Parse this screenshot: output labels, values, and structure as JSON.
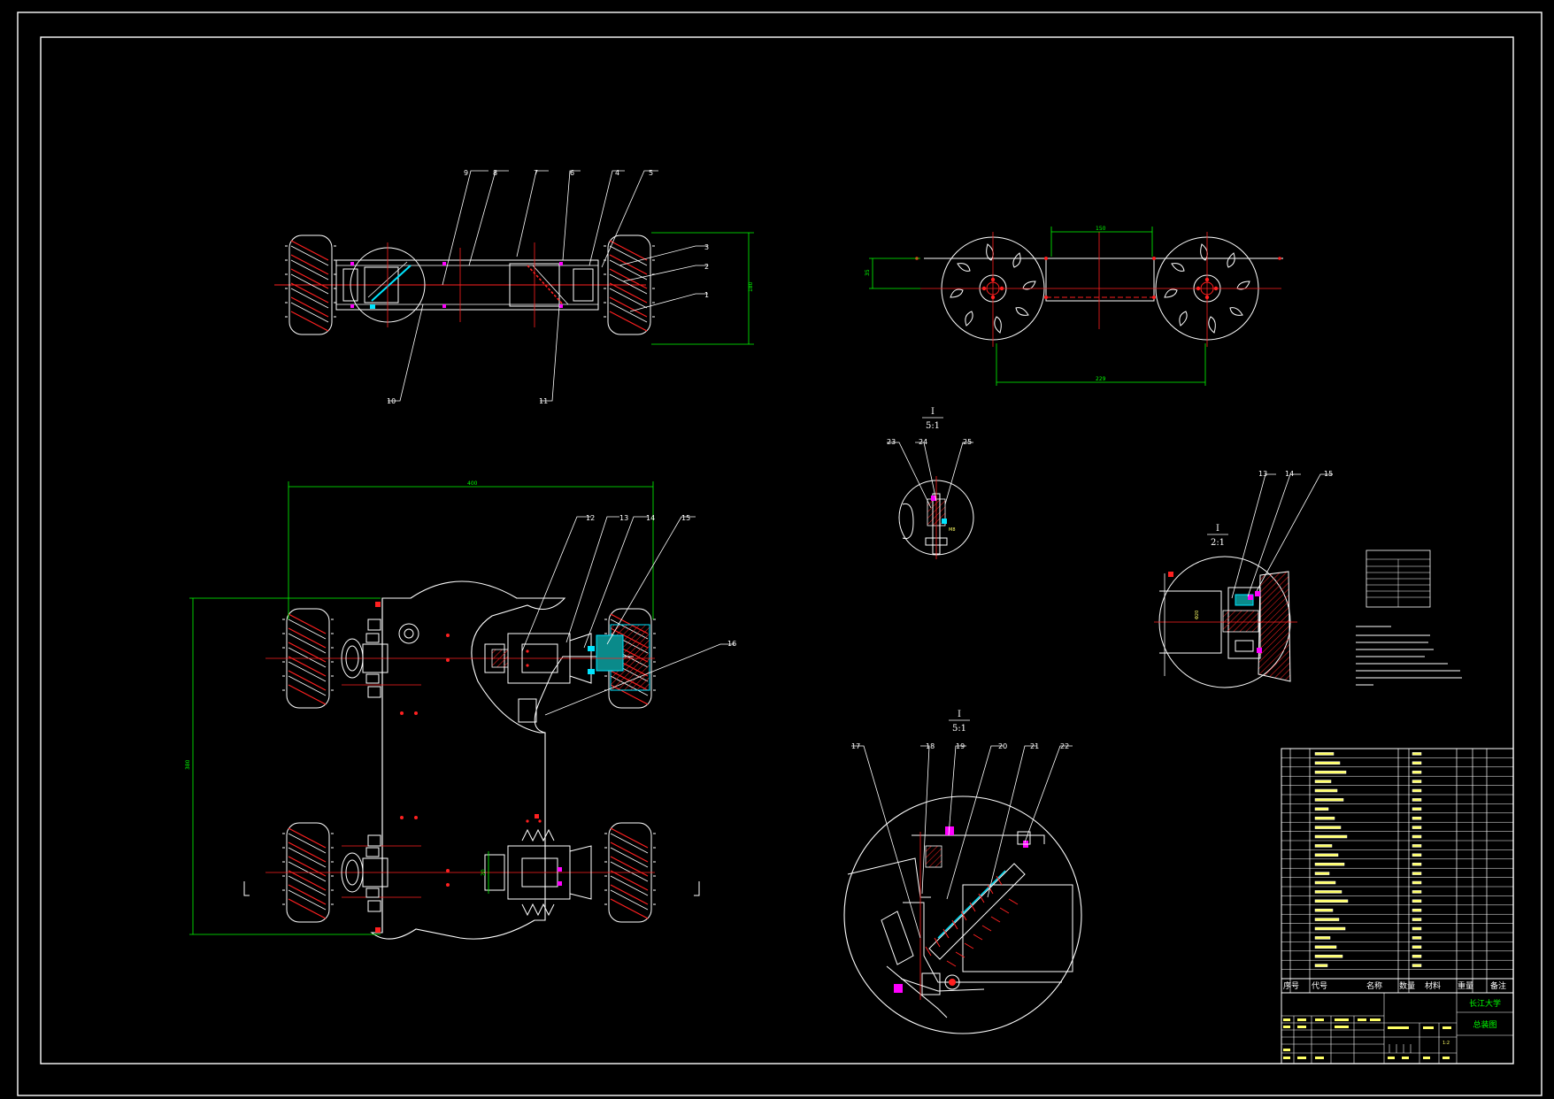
{
  "colors": {
    "background": "#000000",
    "line": "#ffffff",
    "dimension": "#00ff00",
    "center": "#ff2020",
    "accent": "#00e5ff",
    "hatch": "#ff2020",
    "marker": "#ff00ff",
    "annotation": "#ffff66"
  },
  "callouts_top": [
    "9",
    "8",
    "7",
    "6",
    "4",
    "5"
  ],
  "callouts_top_right": [
    "3",
    "2",
    "1"
  ],
  "callouts_top_bottom": [
    "10",
    "11"
  ],
  "callouts_plan": [
    "12",
    "13",
    "14",
    "15"
  ],
  "callout_plan_side": "16",
  "detail_a": {
    "mark": "I",
    "scale": "5:1",
    "callouts": [
      "23",
      "24",
      "25"
    ]
  },
  "detail_b": {
    "mark": "I",
    "scale": "2:1",
    "callouts": [
      "13",
      "14",
      "15"
    ]
  },
  "detail_c": {
    "mark": "I",
    "scale": "5:1",
    "callouts": [
      "17",
      "18",
      "19",
      "20",
      "21",
      "22"
    ]
  },
  "title_block": {
    "header": {
      "seq": "序号",
      "code": "代号",
      "name": "名称",
      "qty": "数量",
      "material": "材料",
      "weight": "重量",
      "remark": "备注"
    },
    "school": "长江大学",
    "drawing_name": "总装图",
    "scale": "1:2"
  },
  "icons": [
    "dimension-arrow-icon",
    "center-mark-icon",
    "leader-line-icon"
  ]
}
